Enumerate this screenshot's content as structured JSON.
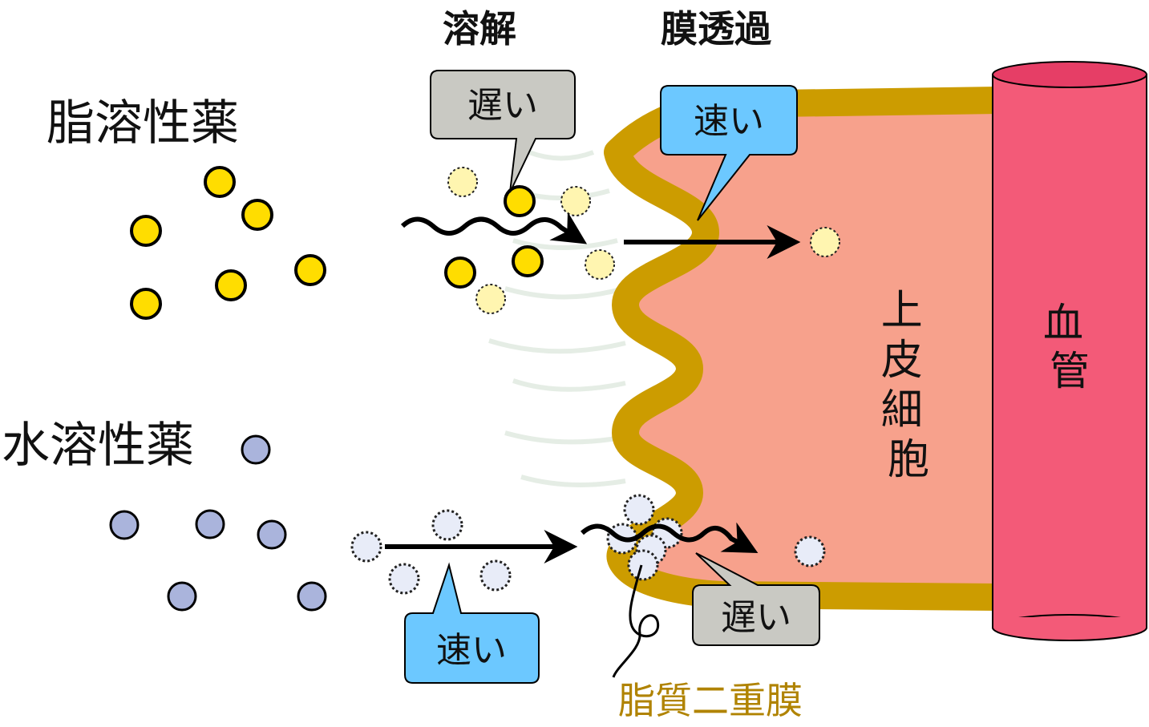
{
  "header": {
    "dissolution": "溶解",
    "permeation": "膜透過"
  },
  "drugs": {
    "lipid": "脂溶性薬",
    "water": "水溶性薬"
  },
  "bubbles": {
    "lipid_dissolution": "遅い",
    "lipid_permeation": "速い",
    "water_dissolution": "速い",
    "water_permeation": "遅い"
  },
  "structures": {
    "epithelial_cell": "上皮細胞",
    "blood_vessel": "血管",
    "lipid_bilayer": "脂質二重膜"
  },
  "colors": {
    "lipid_particle": "#ffdd00",
    "lipid_particle_dissolved": "#fff5b0",
    "water_particle": "#aab4dc",
    "water_particle_dissolved": "#e8ecf8",
    "membrane": "#cc9c00",
    "cell": "#f7a18c",
    "vessel": "#f35a78",
    "vessel_top": "#e63e66",
    "bubble_slow": "#c9c9c3",
    "bubble_fast": "#6cc8ff",
    "membrane_label": "#b08300"
  },
  "icons": {
    "arrow": "arrow-right-icon",
    "wavy_arrow": "wavy-arrow-icon",
    "particle": "circle-particle-icon"
  }
}
